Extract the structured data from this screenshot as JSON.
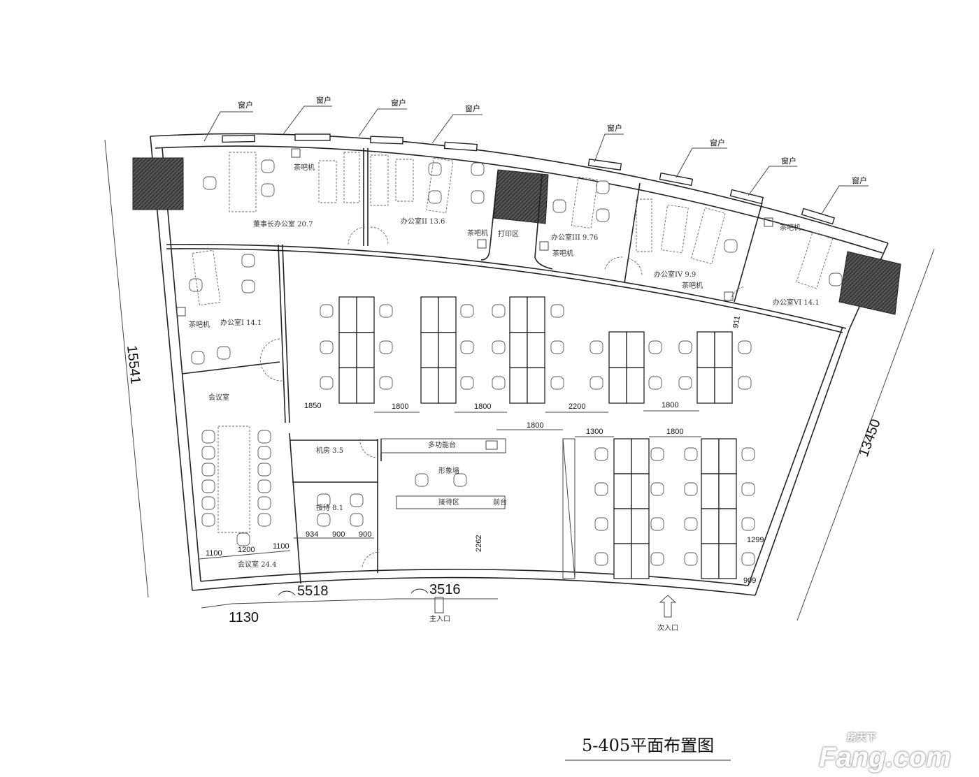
{
  "title": "5-405平面布置图",
  "watermark": {
    "cn": "房天下",
    "en": "Fang.com"
  },
  "windows": [
    "窗户",
    "窗户",
    "窗户",
    "窗户",
    "窗户",
    "窗户",
    "窗户",
    "窗户"
  ],
  "rooms": {
    "chairman": "董事长办公室  20.7",
    "office2": "办公室II  13.6",
    "print": "打印区",
    "office3": "办公室III  9.76",
    "office4": "办公室IV  9.9",
    "office6": "办公室VI  14.1",
    "office1": "办公室I  14.1",
    "meeting_top": "会议室",
    "meeting": "会议室  24.4",
    "server": "机房  3.5",
    "reception_room": "接待  8.1",
    "counter": "多功能台",
    "image_wall": "形象墙",
    "waiting": "接待区",
    "front_desk": "前台",
    "main_entrance": "主入口",
    "side_entrance": "次入口"
  },
  "tea_machines": [
    "茶吧机",
    "茶吧机",
    "茶吧机",
    "茶吧机",
    "茶吧机",
    "茶吧机"
  ],
  "dimensions": {
    "d1850": "1850",
    "d1800a": "1800",
    "d1800b": "1800",
    "d2200": "2200",
    "d1800c": "1800",
    "d1800d": "1800",
    "d1300": "1300",
    "d1800e": "1800",
    "d1299": "1299",
    "d909": "909",
    "d911": "911",
    "d2262": "2262",
    "d934": "934",
    "d900a": "900",
    "d900b": "900",
    "d1100a": "1100",
    "d1200": "1200",
    "d1100b": "1100",
    "d5518": "5518",
    "d3516": "3516",
    "d1130": "1130",
    "d15541": "15541",
    "d13450": "13450"
  }
}
